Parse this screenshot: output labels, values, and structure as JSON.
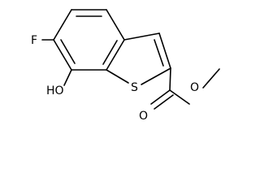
{
  "structure": {
    "atoms": {
      "fluorine": "F",
      "hydroxyl": "HO",
      "sulfur": "S",
      "carbonyl_oxygen": "O",
      "ester_oxygen": "O"
    }
  }
}
